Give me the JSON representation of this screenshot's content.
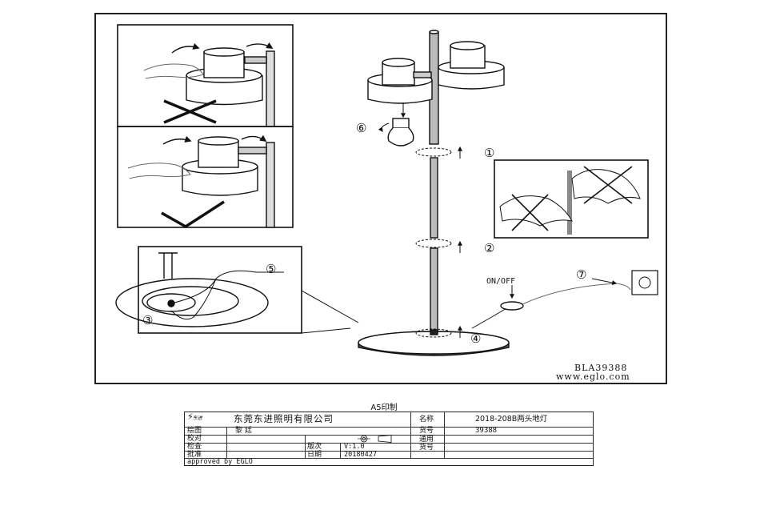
{
  "drawing": {
    "model_code": "BLA39388",
    "website": "www.eglo.com",
    "switch_label": "ON/OFF",
    "step_markers": [
      "①",
      "②",
      "③",
      "④",
      "⑤",
      "⑥",
      "⑦"
    ]
  },
  "print_note": "A5印制",
  "title_block": {
    "company": "东莞东进照明有限公司",
    "logo_text": "东进",
    "row_labels": [
      "绘图",
      "校对",
      "检查",
      "批准"
    ],
    "drafter": "黎 廷",
    "name_label": "名称",
    "name_value": "2018-208B两头地灯",
    "part_no_label": "货号",
    "part_no_value": "39388",
    "general_label": "通用",
    "general_label2": "货号",
    "version_label": "版次",
    "version_value": "V:1.0",
    "date_label": "日期",
    "date_value": "20180427",
    "approved": "approved by EGLO"
  }
}
